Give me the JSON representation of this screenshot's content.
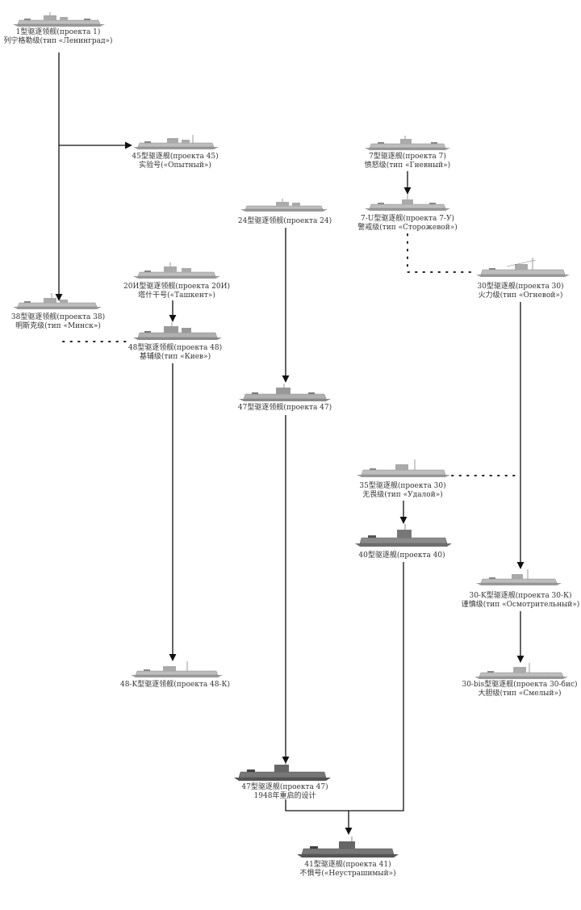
{
  "nodes": [
    {
      "id": "p1",
      "line1": "1型驱逐领舰(проекта 1)",
      "line2": "列宁格勒级(тип «Ленинград»)"
    },
    {
      "id": "p45",
      "line1": "45型驱逐舰(проекта 45)",
      "line2": "实验号(«Опытный»)"
    },
    {
      "id": "p7",
      "line1": "7型驱逐舰(проекта 7)",
      "line2": "愤怒级(тип «Гневный»)"
    },
    {
      "id": "p24",
      "line1": "24型驱逐领舰(проекта 24)",
      "line2": ""
    },
    {
      "id": "p7u",
      "line1": "7-U型驱逐舰(проекта 7-У)",
      "line2": "警戒级(тип «Сторожевой»)"
    },
    {
      "id": "p20i",
      "line1": "20И型驱逐领舰(проекта 20И)",
      "line2": "塔什干号(«Ташкент»)"
    },
    {
      "id": "p30",
      "line1": "30型驱逐舰(проекта 30)",
      "line2": "火力级(тип «Огневой»)"
    },
    {
      "id": "p38",
      "line1": "38型驱逐领舰(проекта 38)",
      "line2": "明斯克级(тип «Минск»)"
    },
    {
      "id": "p48",
      "line1": "48型驱逐领舰(проекта 48)",
      "line2": "基辅级(тип «Киев»)"
    },
    {
      "id": "p47",
      "line1": "47型驱逐领舰(проекта 47)",
      "line2": ""
    },
    {
      "id": "p35",
      "line1": "35型驱逐舰(проекта 30)",
      "line2": "无畏级(тип «Удалой»)"
    },
    {
      "id": "p40",
      "line1": "40型驱逐舰(проекта 40)",
      "line2": ""
    },
    {
      "id": "p30k",
      "line1": "30-K型驱逐舰(проекта 30-К)",
      "line2": "谨慎级(тип «Осмотрительный»)"
    },
    {
      "id": "p48k",
      "line1": "48-K型驱逐领舰(проекта 48-К)",
      "line2": ""
    },
    {
      "id": "p30bis",
      "line1": "30-bis型驱逐舰(проекта 30-бис)",
      "line2": "大胆级(тип «Смелый»)"
    },
    {
      "id": "p47b",
      "line1": "47型驱逐舰(проекта 47)",
      "line2": "1948年重启的设计"
    },
    {
      "id": "p41",
      "line1": "41型驱逐舰(проекта 41)",
      "line2": "不惧号(«Неустрашимый»)"
    }
  ]
}
